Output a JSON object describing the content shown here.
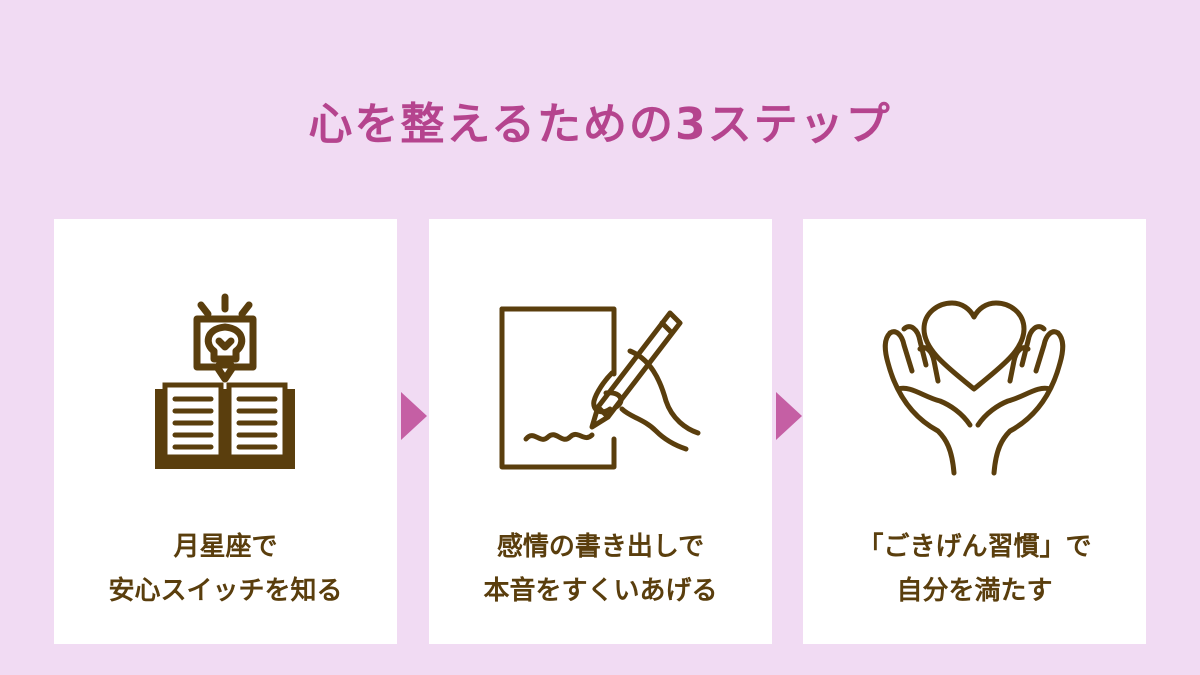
{
  "title": "心を整えるための3ステップ",
  "steps": [
    {
      "icon": "book-lightbulb-icon",
      "line1": "月星座で",
      "line2": "安心スイッチを知る"
    },
    {
      "icon": "writing-paper-icon",
      "line1": "感情の書き出しで",
      "line2": "本音をすくいあげる"
    },
    {
      "icon": "heart-hands-icon",
      "line1": "「ごきげん習慣」で",
      "line2": "自分を満たす"
    }
  ],
  "colors": {
    "background": "#f1dbf3",
    "title": "#b5448e",
    "card": "#ffffff",
    "icon_and_text": "#5a3e0d",
    "arrow": "#c55fa4"
  }
}
